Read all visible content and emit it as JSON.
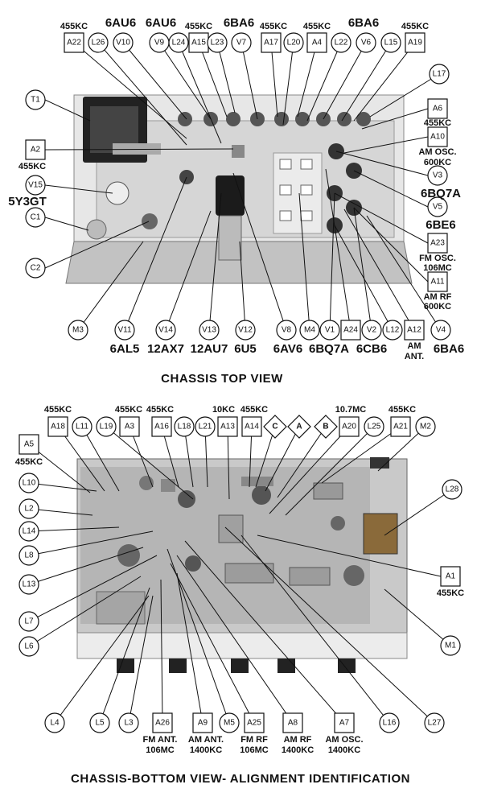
{
  "top_view": {
    "caption": "CHASSIS TOP VIEW",
    "value_labels": {
      "a22_kc": "455KC",
      "v10_tube": "6AU6",
      "v9_tube": "6AU6",
      "a15_kc": "455KC",
      "v7_tube": "6BA6",
      "a17_kc": "455KC",
      "a4_kc": "455KC",
      "v6_tube": "6BA6",
      "a19_kc": "455KC",
      "a6_kc": "455KC",
      "a2_kc": "455KC",
      "a10_note1": "AM OSC.",
      "a10_note2": "600KC",
      "v3_tube": "6BQ7A",
      "v15_tube": "5Y3GT",
      "v5_tube": "6BE6",
      "a23_note1": "FM OSC.",
      "a23_note2": "106MC",
      "a11_note1": "AM RF",
      "a11_note2": "600KC",
      "v11_tube": "6AL5",
      "v14_tube": "12AX7",
      "v13_tube": "12AU7",
      "v12_tube": "6U5",
      "v8_tube": "6AV6",
      "v1_tube": "6BQ7A",
      "v2_tube": "6CB6",
      "a12_note1": "AM",
      "a12_note2": "ANT.",
      "v4_tube": "6BA6"
    }
  },
  "bottom_view": {
    "caption": "CHASSIS-BOTTOM VIEW- ALIGNMENT IDENTIFICATION",
    "value_labels": {
      "a18_kc": "455KC",
      "a3_kc1": "455KC",
      "a3_kc2": "455KC",
      "a13_kc1": "10KC",
      "a13_kc2": "455KC",
      "a20_mc": "10.7MC",
      "a21_kc": "455KC",
      "a5_kc": "455KC",
      "a1_kc": "455KC",
      "a26_note1": "FM ANT.",
      "a26_note2": "106MC",
      "a9_note1": "AM ANT.",
      "a9_note2": "1400KC",
      "a25_note1": "FM RF",
      "a25_note2": "106MC",
      "a8_note1": "AM RF",
      "a8_note2": "1400KC",
      "a7_note1": "AM OSC.",
      "a7_note2": "1400KC"
    }
  },
  "markers": {
    "A22": "A22",
    "L26": "L26",
    "V10": "V10",
    "V9": "V9",
    "L24": "L24",
    "A15": "A15",
    "L23": "L23",
    "V7": "V7",
    "A17": "A17",
    "L20": "L20",
    "A4": "A4",
    "L22": "L22",
    "V6": "V6",
    "L15": "L15",
    "A19": "A19",
    "L17": "L17",
    "T1": "T1",
    "A6": "A6",
    "A2": "A2",
    "A10": "A10",
    "V15": "V15",
    "V3": "V3",
    "C1": "C1",
    "V5": "V5",
    "C2": "C2",
    "A23": "A23",
    "A11": "A11",
    "M3": "M3",
    "V11": "V11",
    "V14": "V14",
    "V13": "V13",
    "V12": "V12",
    "V8": "V8",
    "M4": "M4",
    "V1": "V1",
    "A24": "A24",
    "V2": "V2",
    "L12": "L12",
    "A12": "A12",
    "V4": "V4",
    "A18": "A18",
    "L11": "L11",
    "L19": "L19",
    "A3": "A3",
    "A16": "A16",
    "L18": "L18",
    "L21": "L21",
    "A13": "A13",
    "A14": "A14",
    "C": "C",
    "A": "A",
    "B": "B",
    "A20": "A20",
    "L25": "L25",
    "A21": "A21",
    "M2": "M2",
    "A5": "A5",
    "L10": "L10",
    "L2": "L2",
    "L14": "L14",
    "L28": "L28",
    "L8": "L8",
    "L13": "L13",
    "A1": "A1",
    "L7": "L7",
    "L6": "L6",
    "M1": "M1",
    "L4": "L4",
    "L5": "L5",
    "L3": "L3",
    "A26": "A26",
    "A9": "A9",
    "M5": "M5",
    "A25": "A25",
    "A8": "A8",
    "A7": "A7",
    "L16": "L16",
    "L27": "L27"
  }
}
